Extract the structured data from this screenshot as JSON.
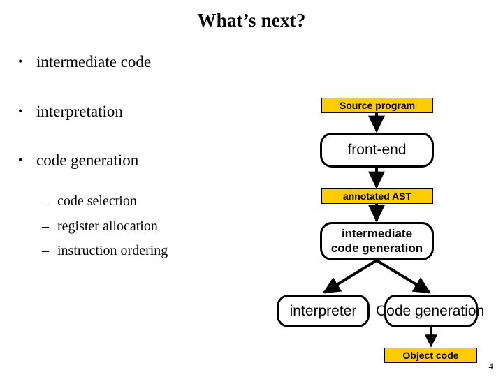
{
  "slide": {
    "title": "What’s next?",
    "page_number": "4"
  },
  "bullets": [
    {
      "marker": "•",
      "text": "intermediate code"
    },
    {
      "marker": "•",
      "text": "interpretation"
    },
    {
      "marker": "•",
      "text": "code generation"
    }
  ],
  "sub_bullets": [
    {
      "marker": "–",
      "text": "code selection"
    },
    {
      "marker": "–",
      "text": "register allocation"
    },
    {
      "marker": "–",
      "text": "instruction ordering"
    }
  ],
  "diagram": {
    "nodes": {
      "source_program": "Source program",
      "front_end": "front-end",
      "annotated_ast": "annotated AST",
      "intermediate_code_generation_line1": "intermediate",
      "intermediate_code_generation_line2": "code generation",
      "interpreter": "interpreter",
      "code_generation": "Code generation",
      "object_code": "Object code"
    },
    "colors": {
      "data_box_fill": "#FFCC00",
      "process_box_fill": "#FFFFFF",
      "stroke": "#000000"
    }
  }
}
